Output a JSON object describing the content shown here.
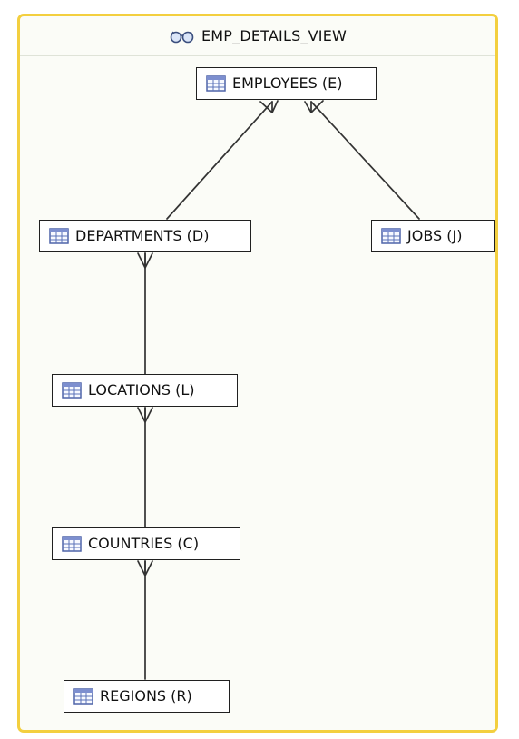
{
  "view": {
    "title": "EMP_DETAILS_VIEW",
    "icon": "glasses-icon"
  },
  "entities": [
    {
      "id": "employees",
      "label": "EMPLOYEES (E)",
      "icon": "table-icon"
    },
    {
      "id": "departments",
      "label": "DEPARTMENTS (D)",
      "icon": "table-icon"
    },
    {
      "id": "jobs",
      "label": "JOBS (J)",
      "icon": "table-icon"
    },
    {
      "id": "locations",
      "label": "LOCATIONS (L)",
      "icon": "table-icon"
    },
    {
      "id": "countries",
      "label": "COUNTRIES (C)",
      "icon": "table-icon"
    },
    {
      "id": "regions",
      "label": "REGIONS (R)",
      "icon": "table-icon"
    }
  ],
  "relationships": [
    {
      "from": "departments",
      "to": "employees",
      "cardinality": "many"
    },
    {
      "from": "jobs",
      "to": "employees",
      "cardinality": "many"
    },
    {
      "from": "locations",
      "to": "departments",
      "cardinality": "many"
    },
    {
      "from": "countries",
      "to": "locations",
      "cardinality": "many"
    },
    {
      "from": "regions",
      "to": "countries",
      "cardinality": "many"
    }
  ],
  "colors": {
    "frame": "#f3cf3f",
    "background": "#fbfcf7",
    "line": "#333333",
    "icon_blue": "#5b72b8"
  }
}
